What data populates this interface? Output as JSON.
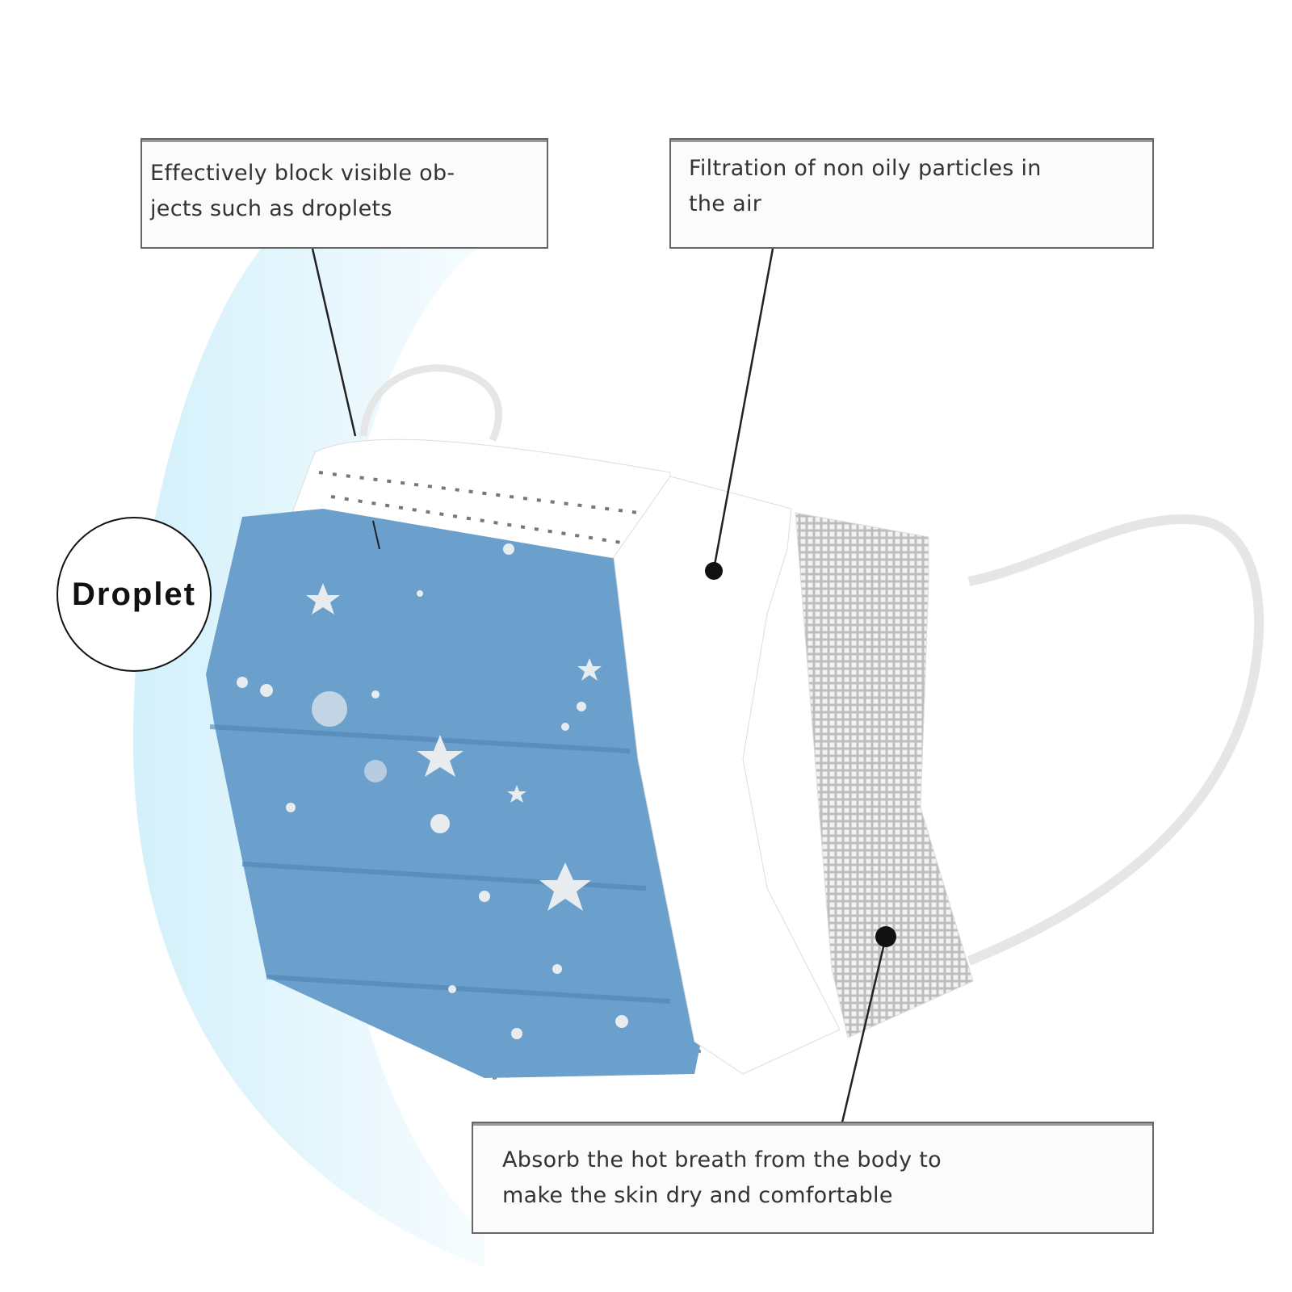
{
  "callouts": {
    "outer_layer": {
      "line1": "Effectively block visible ob-",
      "line2": "jects such as droplets"
    },
    "middle_layer": {
      "line1": "Filtration of non oily particles in",
      "line2": "the air"
    },
    "inner_layer": {
      "line1": "Absorb the hot breath from the body to",
      "line2": "make the skin dry and comfortable"
    }
  },
  "droplet_label": "Droplet",
  "colors": {
    "mask_blue": "#6b9fcc",
    "shield_blue": "#d6f1fb",
    "leader_line": "#222222"
  }
}
